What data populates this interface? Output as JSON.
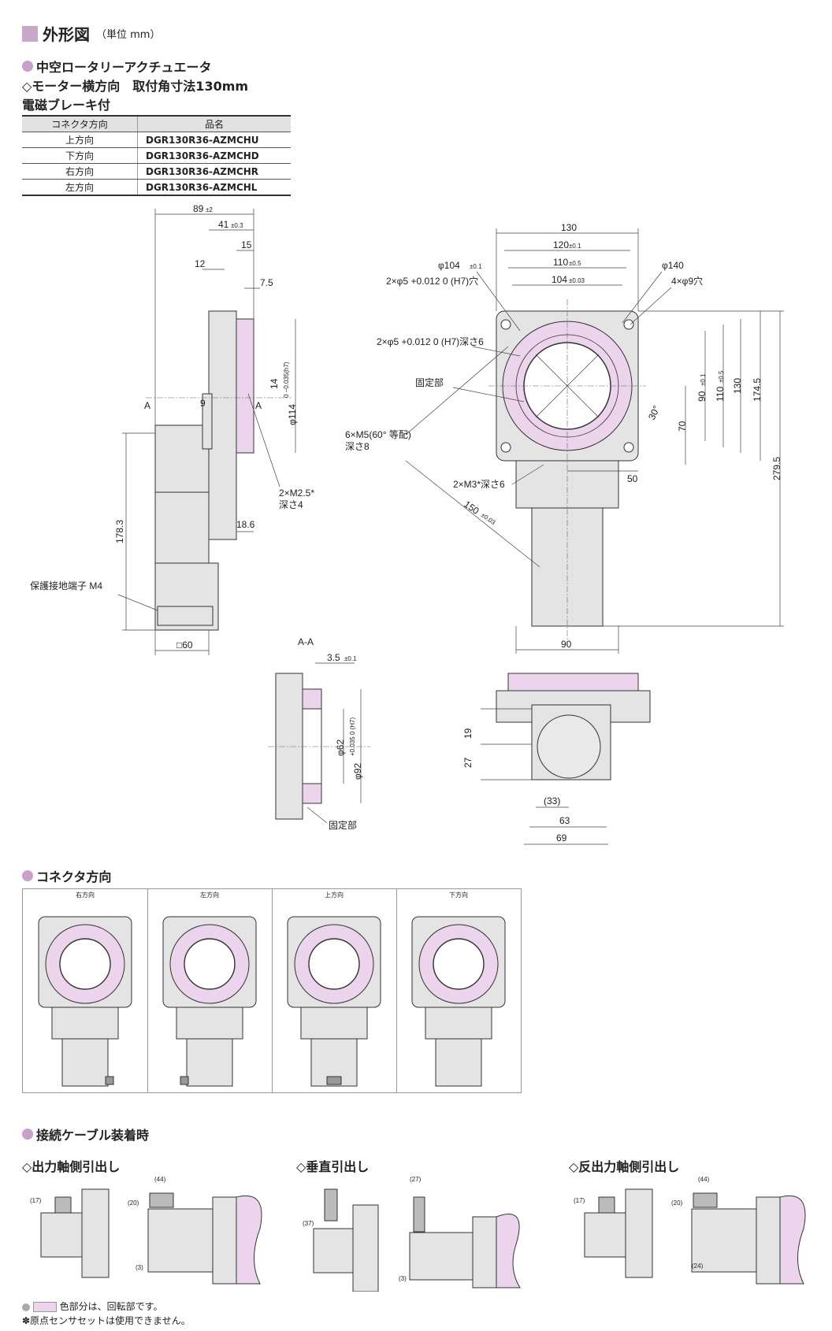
{
  "header": {
    "title": "外形図",
    "unit": "（単位 mm）"
  },
  "product": {
    "name": "中空ロータリーアクチュエータ",
    "motor": "◇モーター横方向　取付角寸法130mm",
    "brake": "電磁ブレーキ付"
  },
  "table": {
    "headers": [
      "コネクタ方向",
      "品名"
    ],
    "rows": [
      [
        "上方向",
        "DGR130R36-AZMCHU"
      ],
      [
        "下方向",
        "DGR130R36-AZMCHD"
      ],
      [
        "右方向",
        "DGR130R36-AZMCHR"
      ],
      [
        "左方向",
        "DGR130R36-AZMCHL"
      ]
    ]
  },
  "side_view": {
    "d89": "89",
    "d89_tol": "±2",
    "d41": "41",
    "d41_tol": "±0.3",
    "d15": "15",
    "d12": "12",
    "d7_5": "7.5",
    "d9": "9",
    "d14": "14",
    "phi114": "φ114",
    "phi114_tol": "0 −0.035(h7)",
    "m25": "2×M2.5*",
    "m25_depth": "深さ4",
    "d18_6": "18.6",
    "d178_3": "178.3",
    "ground": "保護接地端子 M4",
    "sq60": "□60",
    "a": "A"
  },
  "front_view": {
    "d130": "130",
    "d120": "120",
    "d120_tol": "±0.1",
    "d110": "110",
    "d110_tol": "±0.5",
    "d104": "104",
    "d104_tol": "±0.03",
    "phi104": "φ104",
    "phi104_tol": "±0.1",
    "phi140": "φ140",
    "hole5a": "2×φ5 +0.012 0 (H7)穴",
    "hole9": "4×φ9穴",
    "hole5b": "2×φ5 +0.012 0 (H7)深さ6",
    "fixed": "固定部",
    "m5": "6×M5(60° 等配)",
    "m5_depth": "深さ8",
    "m3": "2×M3*深さ6",
    "d150": "150",
    "d150_tol": "±0.03",
    "d50": "50",
    "d70": "70",
    "deg30": "30°",
    "v90": "90",
    "v90_tol": "±0.1",
    "v110": "110",
    "v110_tol": "±0.5",
    "v130": "130",
    "v174_5": "174.5",
    "v279_5": "279.5",
    "d90": "90"
  },
  "section": {
    "title": "A-A",
    "d3_5": "3.5",
    "d3_5_tol": "±0.1",
    "phi62": "φ62",
    "phi92": "φ92",
    "phi92_tol": "+0.035 0 (H7)",
    "fixed": "固定部"
  },
  "bottom_view": {
    "d19": "19",
    "d27": "27",
    "d33": "(33)",
    "d63": "63",
    "d69": "69"
  },
  "connector": {
    "title": "コネクタ方向",
    "cells": [
      "右方向",
      "左方向",
      "上方向",
      "下方向"
    ]
  },
  "cable": {
    "title": "接続ケーブル装着時",
    "groups": [
      {
        "label": "◇出力軸側引出し",
        "dims": [
          "(17)",
          "(44)",
          "(20)",
          "(3)"
        ]
      },
      {
        "label": "◇垂直引出し",
        "dims": [
          "(27)",
          "(37)",
          "(3)"
        ]
      },
      {
        "label": "◇反出力軸側引出し",
        "dims": [
          "(17)",
          "(44)",
          "(20)",
          "(24)"
        ]
      }
    ]
  },
  "notes": {
    "pink": "色部分は、回転部です。",
    "sensor": "✽原点センサセットは使用できません。"
  }
}
